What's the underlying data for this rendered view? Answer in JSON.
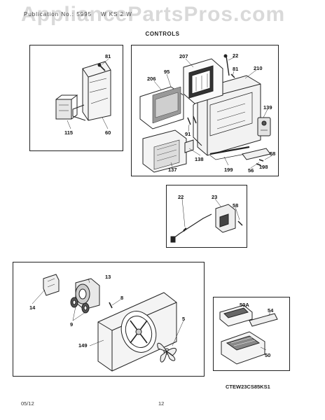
{
  "watermark": "AppliancePartsPros.com",
  "header": {
    "left": "Publication No.: 5995",
    "right": "W KS 2 W"
  },
  "section_title": "CONTROLS",
  "labels": {
    "box1": [
      "81",
      "115",
      "60"
    ],
    "box2": [
      "207",
      "22",
      "81",
      "210",
      "206",
      "95",
      "139",
      "91",
      "58",
      "56",
      "198",
      "137",
      "138",
      "199"
    ],
    "box3": [
      "22",
      "23",
      "58"
    ],
    "box4": [
      "13",
      "14",
      "9",
      "8",
      "5",
      "149"
    ],
    "box5": [
      "50A",
      "54",
      "50"
    ]
  },
  "model_code": "CTEW23CS85KS1",
  "footer": {
    "date": "05/12",
    "page": "12"
  }
}
